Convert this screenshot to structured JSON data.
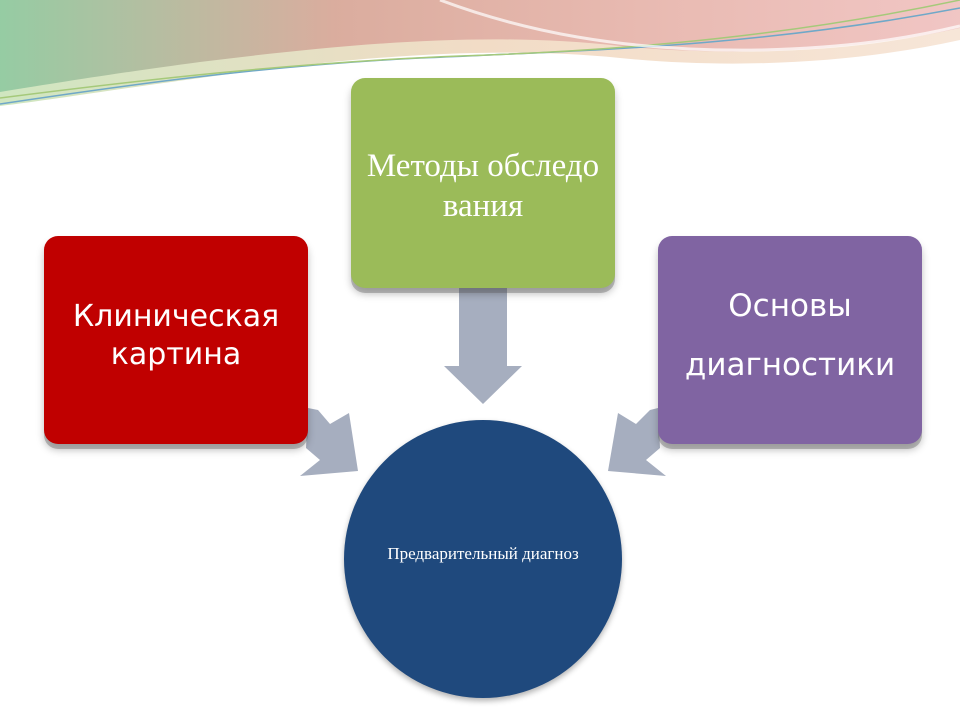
{
  "diagram": {
    "box_left": {
      "label": "Клиническая картина",
      "color": "#c00000"
    },
    "box_top": {
      "label": "Методы обследования",
      "color": "#9bbb59"
    },
    "box_right": {
      "label": "Основы диагностики",
      "color": "#8064a2"
    },
    "center": {
      "label": "Предварительный диагноз",
      "color": "#1f497d"
    },
    "arrow_color": "#a6aebf"
  }
}
